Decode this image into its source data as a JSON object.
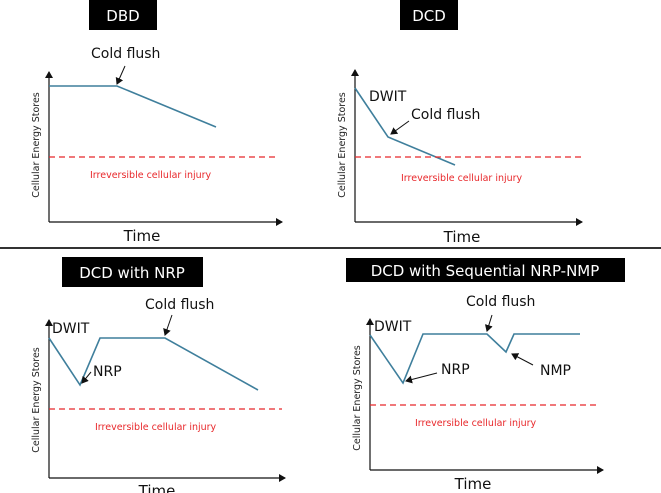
{
  "colors": {
    "curve": "#3f7f9c",
    "threshold": "#e8282b",
    "title_bg": "#000000"
  },
  "y_axis_label": "Cellular Energy Stores",
  "x_axis_label": "Time",
  "threshold_label": "Irreversible cellular injury",
  "panels": [
    {
      "title": "DBD",
      "annotations": {
        "cold_flush": "Cold flush"
      }
    },
    {
      "title": "DCD",
      "annotations": {
        "dwit": "DWIT",
        "cold_flush": "Cold flush"
      }
    },
    {
      "title": "DCD with NRP",
      "annotations": {
        "dwit": "DWIT",
        "nrp": "NRP",
        "cold_flush": "Cold flush"
      }
    },
    {
      "title": "DCD with Sequential NRP-NMP",
      "annotations": {
        "dwit": "DWIT",
        "nrp": "NRP",
        "cold_flush": "Cold flush",
        "nmp": "NMP"
      }
    }
  ]
}
